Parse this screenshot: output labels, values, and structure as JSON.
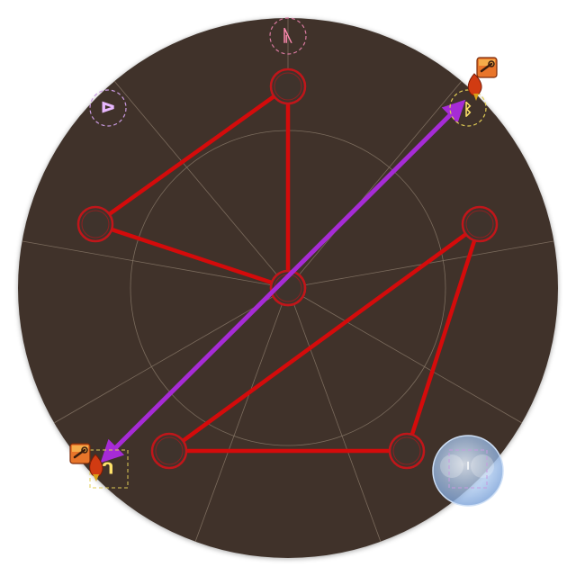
{
  "board": {
    "background_color": "#3f332c",
    "grid_line_color": "#8a7a6a",
    "edge_color": "#d40b0b",
    "arrow_color": "#a62bd6",
    "node_ring_color": "#c0161a"
  },
  "rune_markers": [
    {
      "id": "rune-top",
      "symbol": "ᚣ",
      "color": "#ff8ab0",
      "ring": "#d87aa0",
      "kind": "ring"
    },
    {
      "id": "rune-upper-left",
      "symbol": "ᐅ",
      "color": "#e8b8ff",
      "ring": "#c89ae0",
      "kind": "ring"
    },
    {
      "id": "rune-upper-right",
      "symbol": "ᛒ",
      "color": "#ffe26a",
      "ring": "#e0cc55",
      "kind": "ring"
    },
    {
      "id": "rune-lower-left",
      "symbol": "ᒉ",
      "color": "#ffe26a",
      "ring": "#e0cc55",
      "kind": "box"
    },
    {
      "id": "rune-lower-right",
      "symbol": "ᛌ",
      "color": "#e8c8ff",
      "ring": "#c89ae0",
      "kind": "bubble"
    }
  ],
  "edges": [
    [
      "top",
      "center"
    ],
    [
      "top",
      "left"
    ],
    [
      "left",
      "center"
    ],
    [
      "right",
      "bottom-left"
    ],
    [
      "bottom-left",
      "bottom-right"
    ],
    [
      "bottom-right",
      "right"
    ]
  ],
  "arrow": {
    "from": "rune-lower-left",
    "to": "rune-upper-right",
    "style": "double-headed"
  },
  "items": [
    {
      "name": "key-scroll-icon",
      "near": "rune-upper-right"
    },
    {
      "name": "key-scroll-icon",
      "near": "rune-lower-left"
    }
  ]
}
